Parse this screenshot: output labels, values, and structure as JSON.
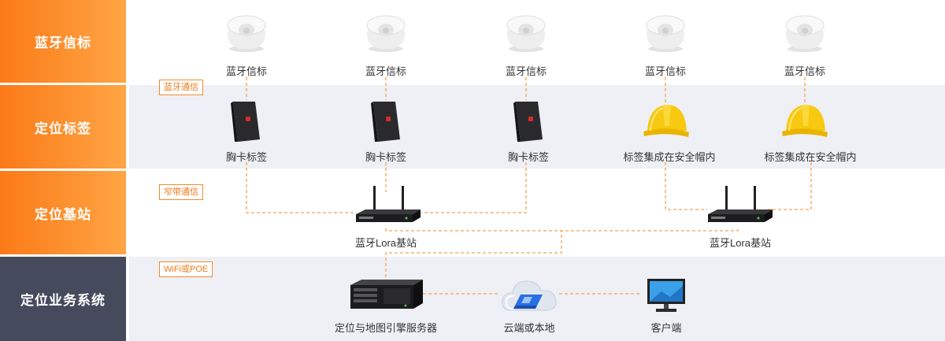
{
  "rows": [
    {
      "label": "蓝牙信标",
      "style": "orange"
    },
    {
      "label": "定位标签",
      "style": "orange"
    },
    {
      "label": "定位基站",
      "style": "orange"
    },
    {
      "label": "定位业务系统",
      "style": "dark"
    }
  ],
  "tags": {
    "bluetooth": "蓝牙通信",
    "narrowband": "窄带通信",
    "wifi_poe": "WiFi或POE"
  },
  "beacons": [
    "蓝牙信标",
    "蓝牙信标",
    "蓝牙信标",
    "蓝牙信标",
    "蓝牙信标"
  ],
  "badges": [
    "胸卡标签",
    "胸卡标签",
    "胸卡标签"
  ],
  "helmets": [
    "标签集成在安全帽内",
    "标签集成在安全帽内"
  ],
  "stations": [
    "蓝牙Lora基站",
    "蓝牙Lora基站"
  ],
  "system": {
    "server": "定位与地图引擎服务器",
    "cloud": "云端或本地",
    "client": "客户端"
  },
  "colors": {
    "accent": "#f7902e",
    "dark_label": "#454a5d",
    "row_band": "#eef0f5"
  }
}
